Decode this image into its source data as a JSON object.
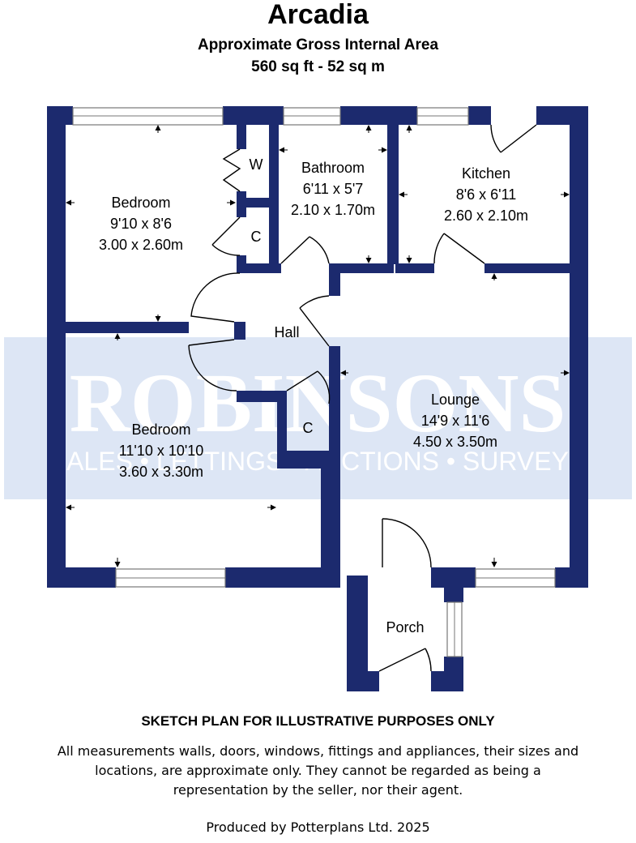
{
  "header": {
    "title": "Arcadia",
    "area_label": "Approximate Gross Internal Area",
    "area_value": "560 sq ft - 52 sq m"
  },
  "rooms": {
    "bedroom1": {
      "name": "Bedroom",
      "dim_imperial": "9'10 x 8'6",
      "dim_metric": "3.00 x 2.60m"
    },
    "wardrobe": {
      "name": "W"
    },
    "cupboard1": {
      "name": "C"
    },
    "bathroom": {
      "name": "Bathroom",
      "dim_imperial": "6'11 x 5'7",
      "dim_metric": "2.10 x 1.70m"
    },
    "kitchen": {
      "name": "Kitchen",
      "dim_imperial": "8'6 x 6'11",
      "dim_metric": "2.60 x 2.10m"
    },
    "hall": {
      "name": "Hall"
    },
    "cupboard2": {
      "name": "C"
    },
    "bedroom2": {
      "name": "Bedroom",
      "dim_imperial": "11'10 x 10'10",
      "dim_metric": "3.60 x 3.30m"
    },
    "lounge": {
      "name": "Lounge",
      "dim_imperial": "14'9 x 11'6",
      "dim_metric": "4.50 x 3.50m"
    },
    "porch": {
      "name": "Porch"
    }
  },
  "watermark": {
    "brand": "ROBINSONS",
    "tagline": "SALES • LETTINGS • AUCTIONS • SURVEYS"
  },
  "footer": {
    "notice": "SKETCH PLAN FOR ILLUSTRATIVE PURPOSES ONLY",
    "disclaimer": "All measurements walls, doors, windows, fittings and appliances, their sizes and locations, are approximate only. They cannot be regarded as being a representation by the seller, nor their agent.",
    "credit": "Produced by Potterplans Ltd. 2025"
  },
  "colors": {
    "wall": "#1c2a6e",
    "watermark_band": "#dde6f5",
    "watermark_text": "#ffffff"
  }
}
